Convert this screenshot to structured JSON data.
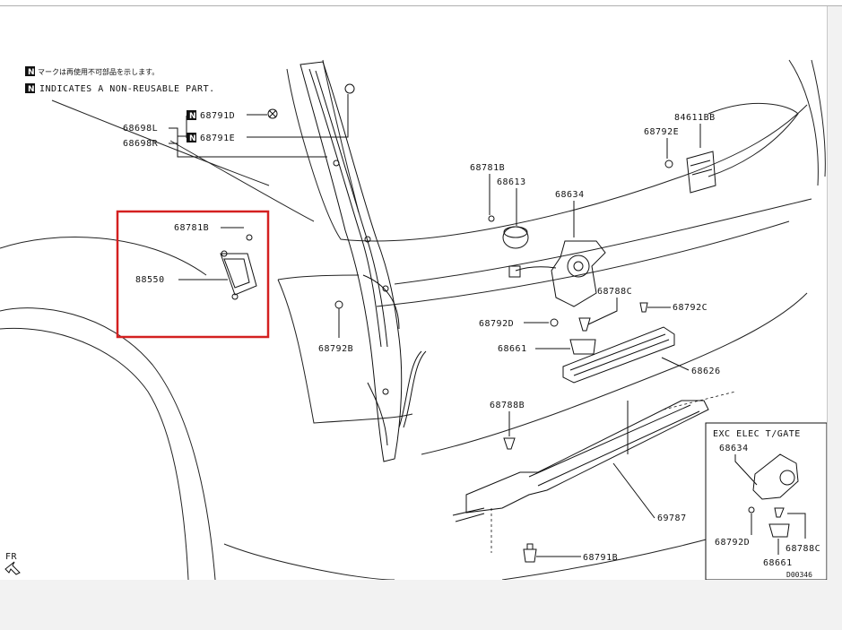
{
  "notes": {
    "badge": "N",
    "line_jp": "マークは再使用不可部品を示します。",
    "line_en": "INDICATES A NON-REUSABLE PART."
  },
  "parts": {
    "p68698L": "68698L",
    "p68698R": "68698R",
    "p68791D": "68791D",
    "p68791E": "68791E",
    "p68781B_top": "68781B",
    "p68781B_box": "68781B",
    "p88550": "88550",
    "p68613": "68613",
    "p68634": "68634",
    "p84611BB": "84611BB",
    "p68792E": "68792E",
    "p68788C": "68788C",
    "p68792C": "68792C",
    "p68792D": "68792D",
    "p68661": "68661",
    "p68626": "68626",
    "p68792B": "68792B",
    "p68788B": "68788B",
    "p69787": "69787",
    "p68791B": "68791B"
  },
  "inset": {
    "title": "EXC ELEC T/GATE",
    "p68634": "68634",
    "p68792D": "68792D",
    "p68788C": "68788C",
    "p68661": "68661"
  },
  "direction": "FR",
  "drawing_code": "D00346",
  "colors": {
    "highlight": "#d42020",
    "line": "#111111",
    "background": "#ffffff"
  }
}
